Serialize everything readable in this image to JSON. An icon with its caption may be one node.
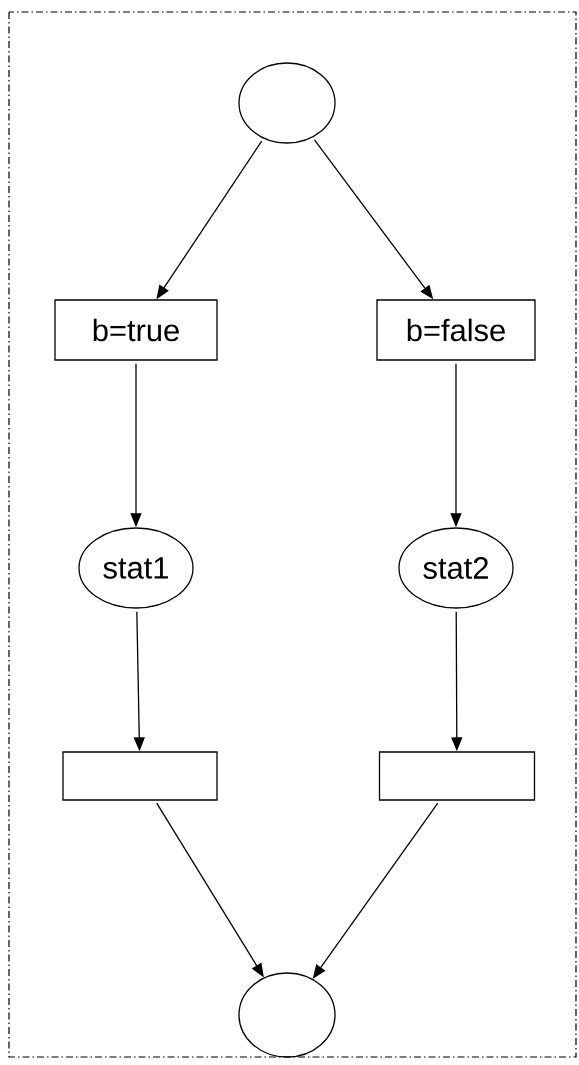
{
  "diagram": {
    "nodes": [
      {
        "text": [],
        "shape": "ellipse"
      },
      {
        "text": [
          "b=true"
        ]
      },
      {
        "text": [
          "b=false"
        ]
      },
      {
        "text": [
          "stat1"
        ]
      },
      {
        "text": [
          "stat2"
        ]
      },
      {
        "text": [],
        "shape": "box"
      },
      {
        "text": [],
        "shape": "box"
      },
      {
        "text": [],
        "shape": "ellipse"
      }
    ],
    "edges": [
      {
        "from": 0,
        "to": 1,
        "arrow": "to"
      },
      {
        "from": 0,
        "to": 2,
        "arrow": "to"
      },
      {
        "from": 1,
        "to": 3,
        "arrow": "to"
      },
      {
        "from": 2,
        "to": 4,
        "arrow": "to"
      },
      {
        "from": 3,
        "to": 5,
        "arrow": "to"
      },
      {
        "from": 4,
        "to": 6,
        "arrow": "to"
      },
      {
        "from": 5,
        "to": 7,
        "arrow": "to"
      },
      {
        "from": 6,
        "to": 7,
        "arrow": "to"
      }
    ]
  }
}
